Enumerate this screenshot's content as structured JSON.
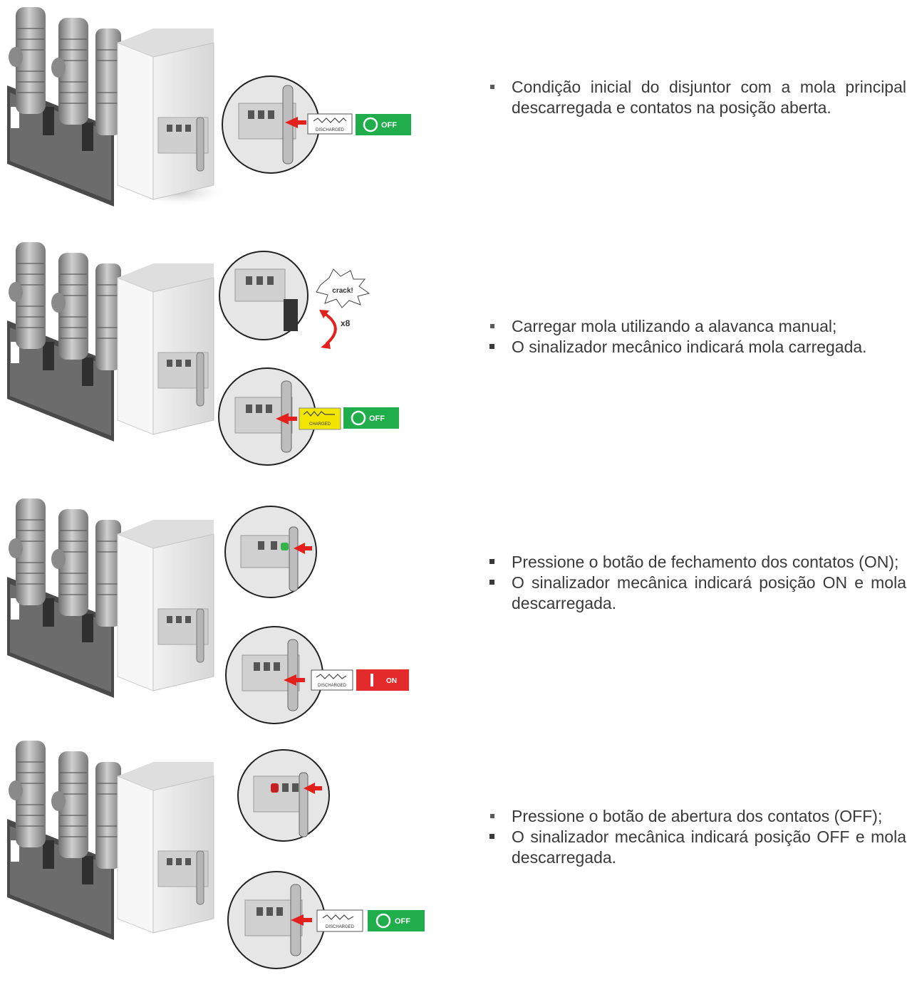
{
  "steps": [
    {
      "bullets": [
        "Condição inicial do disjuntor com a mola principal descarregada e contatos na posição aberta."
      ],
      "spring_label": "DISCHARGED",
      "state_label": "OFF"
    },
    {
      "bullets": [
        "Carregar mola utilizando a alavanca manual;",
        "O sinalizador mecânico indicará mola carregada."
      ],
      "crack_label": "crack!",
      "count_label": "x8",
      "spring_label": "CHARGED",
      "state_label": "OFF"
    },
    {
      "bullets": [
        "Pressione o botão de fechamento dos contatos (ON);",
        "O sinalizador mecânica indicará posição ON e mola descarregada."
      ],
      "spring_label": "DISCHARGED",
      "state_label": "ON"
    },
    {
      "bullets": [
        "Pressione o botão de abertura dos contatos (OFF);",
        "O sinalizador mecânica indicará posição OFF e mola descarregada."
      ],
      "spring_label": "DISCHARGED",
      "state_label": "OFF"
    }
  ],
  "colors": {
    "off_green": "#1fae4b",
    "on_red": "#e32b2b",
    "charged_yellow": "#f2e600",
    "arrow_red": "#e3201b"
  },
  "icons": [
    "circuit-breaker-illustration",
    "zoom-circle",
    "red-arrow-icon",
    "spring-indicator-icon",
    "off-circle-icon",
    "on-bar-icon",
    "crack-burst-icon",
    "rotation-arrow-icon"
  ]
}
